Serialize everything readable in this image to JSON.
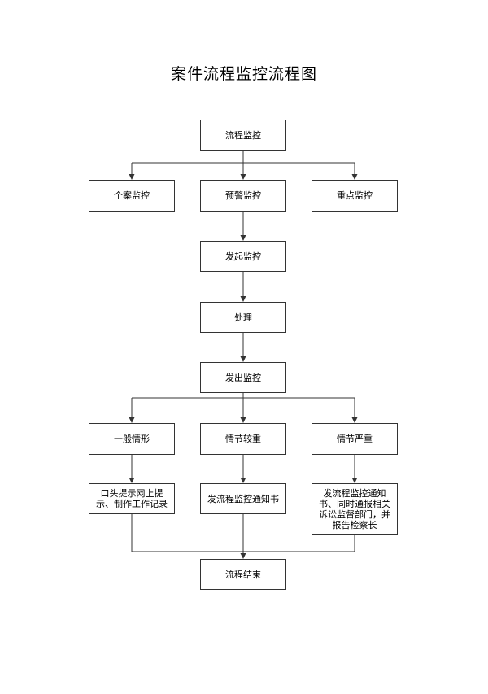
{
  "title": "案件流程监控流程图",
  "nodes": {
    "flow_monitor": "流程监控",
    "case_monitor": "个案监控",
    "alert_monitor": "预警监控",
    "key_monitor": "重点监控",
    "initiate_monitor": "发起监控",
    "handle": "处理",
    "issue_monitor": "发出监控",
    "general_case": "一般情形",
    "serious_case": "情节较重",
    "severe_case": "情节严重",
    "verbal_online_prompt": "口头提示网上提示、制作工作记录",
    "issue_notice": "发流程监控通知书",
    "issue_notice_report": "发流程监控通知书、同时通报相关诉讼监督部门，并报告检察长",
    "flow_end": "流程结束"
  }
}
